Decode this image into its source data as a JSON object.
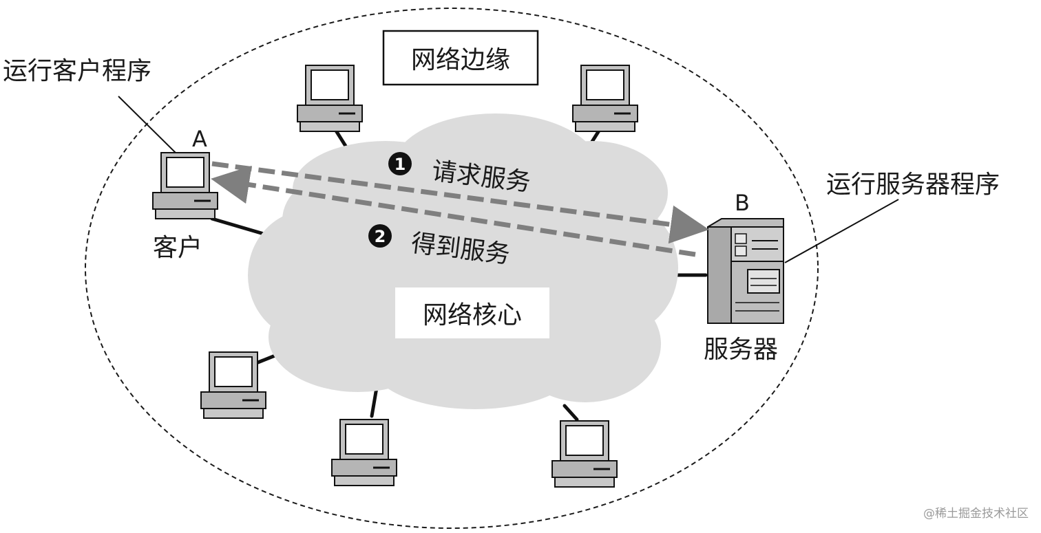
{
  "labels": {
    "network_edge": "网络边缘",
    "network_core": "网络核心",
    "client_program": "运行客户程序",
    "server_program": "运行服务器程序",
    "host_a": "A",
    "host_b": "B",
    "client": "客户",
    "server": "服务器"
  },
  "steps": [
    {
      "number": "1",
      "label": "请求服务"
    },
    {
      "number": "2",
      "label": "得到服务"
    }
  ],
  "watermark": "@稀土掘金技术社区"
}
